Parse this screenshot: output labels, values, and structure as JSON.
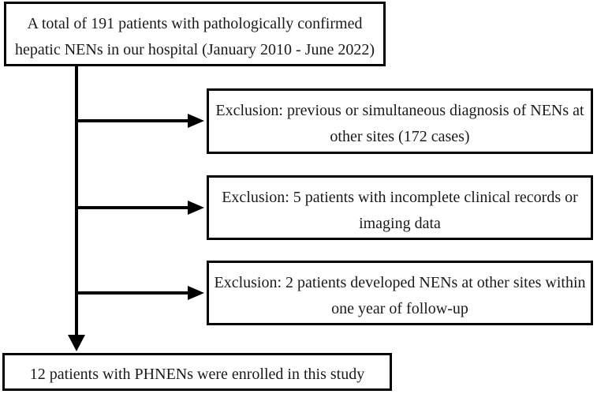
{
  "flowchart": {
    "initial_box": {
      "lines": [
        "A total of 191 patients with pathologically confirmed",
        "hepatic NENs in our hospital (January 2010 - June 2022)"
      ]
    },
    "exclusion_boxes": [
      {
        "lines": [
          "Exclusion: previous or simultaneous diagnosis of NENs at",
          "other sites (172 cases)"
        ]
      },
      {
        "lines": [
          "Exclusion: 5 patients with incomplete clinical records or",
          "imaging data"
        ]
      },
      {
        "lines": [
          "Exclusion: 2 patients developed NENs at other sites within",
          "one year of follow-up"
        ]
      }
    ],
    "final_box": {
      "lines": [
        "12 patients with PHNENs were enrolled in this study"
      ]
    },
    "colors": {
      "line": "#000000",
      "border": "#000000",
      "text": "#1a1a1a",
      "background": "#ffffff"
    }
  }
}
